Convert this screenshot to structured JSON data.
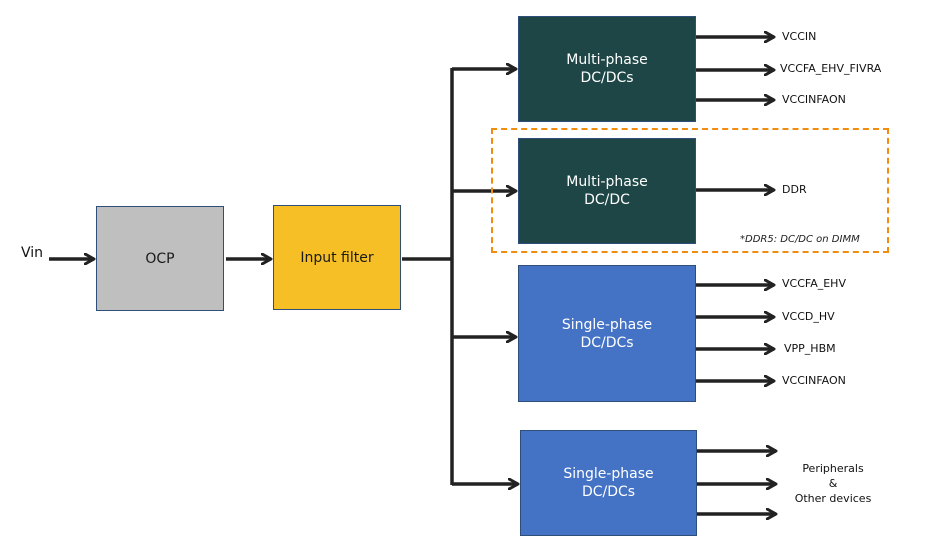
{
  "diagram": {
    "title": "Server power delivery block diagram",
    "input": {
      "label": "Vin"
    },
    "blocks": {
      "ocp": {
        "label": "OCP",
        "color": "#bfbfbf"
      },
      "input_filter": {
        "label": "Input filter",
        "color": "#f6bf26"
      },
      "multi_phase_1": {
        "label": "Multi-phase\nDC/DCs",
        "color": "#1e4646"
      },
      "multi_phase_2": {
        "label": "Multi-phase\nDC/DC",
        "color": "#1e4646"
      },
      "single_phase_1": {
        "label": "Single-phase\nDC/DCs",
        "color": "#4472c4"
      },
      "single_phase_2": {
        "label": "Single-phase\nDC/DCs",
        "color": "#4472c4"
      }
    },
    "outputs": {
      "multi_phase_1": [
        "VCCIN",
        "VCCFA_EHV_FIVRA",
        "VCCINFAON"
      ],
      "multi_phase_2": [
        "DDR"
      ],
      "single_phase_1": [
        "VCCFA_EHV",
        "VCCD_HV",
        "VPP_HBM",
        "VCCINFAON"
      ],
      "single_phase_2": "Peripherals\n&\nOther devices"
    },
    "ddr_group": {
      "note": "*DDR5: DC/DC on DIMM",
      "border_color": "#f28c0f"
    },
    "connector_color": "#222222"
  }
}
